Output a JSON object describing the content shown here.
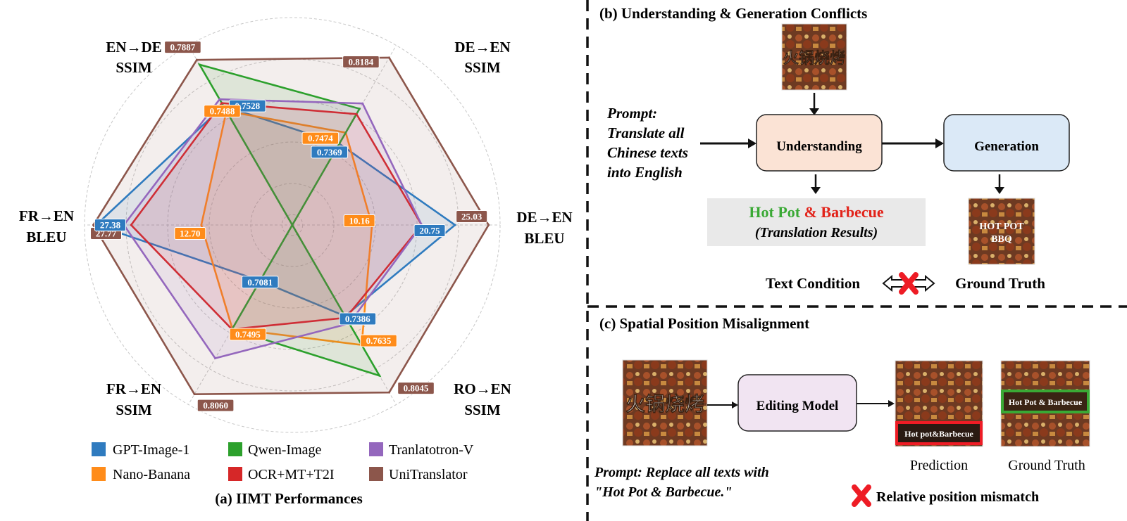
{
  "panel_a": {
    "caption": "(a) IIMT Performances",
    "axes": [
      {
        "id": "en_de_ssim",
        "line1": "EN→DE",
        "line2": "SSIM"
      },
      {
        "id": "de_en_ssim",
        "line1": "DE→EN",
        "line2": "SSIM"
      },
      {
        "id": "de_en_bleu",
        "line1": "DE→EN",
        "line2": "BLEU"
      },
      {
        "id": "ro_en_ssim",
        "line1": "RO→EN",
        "line2": "SSIM"
      },
      {
        "id": "fr_en_ssim",
        "line1": "FR→EN",
        "line2": "SSIM"
      },
      {
        "id": "fr_en_bleu",
        "line1": "FR→EN",
        "line2": "BLEU"
      }
    ],
    "legend": [
      {
        "name": "GPT-Image-1",
        "color": "#2f7bbf"
      },
      {
        "name": "Qwen-Image",
        "color": "#2ca02c"
      },
      {
        "name": "Tranlatotron-V",
        "color": "#9467bd"
      },
      {
        "name": "Nano-Banana",
        "color": "#ff8c1a"
      },
      {
        "name": "OCR+MT+T2I",
        "color": "#d62728"
      },
      {
        "name": "UniTranslator",
        "color": "#8c564b"
      }
    ]
  },
  "chart_data": {
    "type": "radar",
    "axes": [
      "EN→DE SSIM",
      "DE→EN SSIM",
      "DE→EN BLEU",
      "RO→EN SSIM",
      "FR→EN SSIM",
      "FR→EN BLEU"
    ],
    "series": [
      {
        "name": "UniTranslator",
        "color": "#8c564b",
        "values": [
          0.7887,
          0.8184,
          25.03,
          0.8045,
          0.806,
          27.77
        ],
        "labels": [
          "0.7887",
          "0.8184",
          "25.03",
          "0.8045",
          "0.8060",
          "27.77"
        ],
        "label_axes": [
          0,
          1,
          2,
          3,
          4,
          5
        ]
      },
      {
        "name": "GPT-Image-1",
        "color": "#2f7bbf",
        "values": [
          0.7528,
          0.7369,
          20.75,
          0.7386,
          0.7081,
          27.38
        ],
        "labels": [
          "0.7528",
          "0.7369",
          "20.75",
          "0.7386",
          "0.7081",
          "27.38"
        ],
        "label_axes": [
          0,
          1,
          2,
          3,
          4,
          5
        ]
      },
      {
        "name": "Nano-Banana",
        "color": "#ff8c1a",
        "values": [
          0.7488,
          0.7474,
          10.16,
          0.7635,
          0.7495,
          12.7
        ],
        "labels": [
          "0.7488",
          "0.7474",
          "10.16",
          "0.7635",
          "0.7495",
          "12.70"
        ],
        "label_axes": [
          0,
          1,
          2,
          3,
          4,
          5
        ]
      },
      {
        "name": "Qwen-Image",
        "color": "#2ca02c",
        "values": [
          0.785,
          0.77,
          0,
          0.79,
          0.75,
          0
        ],
        "labels": [],
        "label_axes": []
      },
      {
        "name": "OCR+MT+T2I",
        "color": "#d62728",
        "values": [
          0.755,
          0.765,
          16.5,
          0.74,
          0.75,
          22.5
        ],
        "labels": [],
        "label_axes": []
      },
      {
        "name": "Tranlatotron-V",
        "color": "#9467bd",
        "values": [
          0.758,
          0.775,
          16.5,
          0.745,
          0.775,
          23.5
        ],
        "labels": [],
        "label_axes": []
      }
    ]
  },
  "panel_b": {
    "title": "(b) Understanding & Generation Conflicts",
    "image_text": "火锅烧烤",
    "prompt_lines": [
      "Prompt:",
      "Translate all",
      "Chinese texts",
      "into English"
    ],
    "understanding_label": "Understanding",
    "generation_label": "Generation",
    "result_green": "Hot Pot",
    "result_red": "& Barbecue",
    "result_sub": "(Translation Results)",
    "output_image_text_1": "HOT POT",
    "output_image_text_2": "BBQ",
    "text_condition": "Text Condition",
    "ground_truth": "Ground Truth"
  },
  "panel_c": {
    "title": "(c) Spatial Position Misalignment",
    "image_text": "火锅烧烤",
    "editing_label": "Editing Model",
    "prediction_image_text": "Hot pot&Barbecue",
    "gt_image_text": "Hot Pot & Barbecue",
    "prediction_label": "Prediction",
    "gt_label": "Ground Truth",
    "prompt_line1": "Prompt: Replace all texts with",
    "prompt_line2": "\"Hot Pot & Barbecue.\"",
    "mismatch_label": "Relative position mismatch"
  }
}
